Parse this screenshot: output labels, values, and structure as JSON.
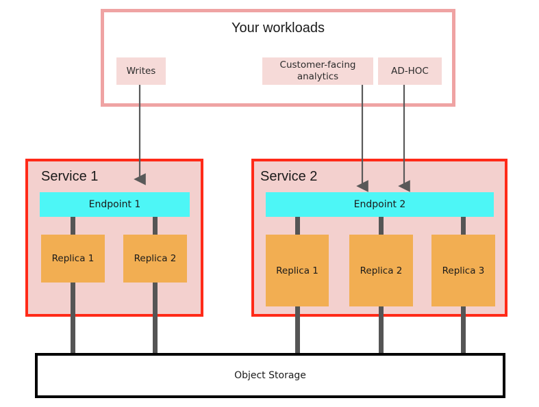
{
  "workloads": {
    "title": "Your workloads",
    "chips": [
      {
        "label": "Writes"
      },
      {
        "label": "Customer-facing analytics"
      },
      {
        "label": "AD-HOC"
      }
    ]
  },
  "services": [
    {
      "title": "Service 1",
      "endpoint": "Endpoint 1",
      "replicas": [
        {
          "label": "Replica 1"
        },
        {
          "label": "Replica 2"
        }
      ]
    },
    {
      "title": "Service 2",
      "endpoint": "Endpoint 2",
      "replicas": [
        {
          "label": "Replica 1"
        },
        {
          "label": "Replica 2"
        },
        {
          "label": "Replica 3"
        }
      ]
    }
  ],
  "storage": {
    "label": "Object Storage"
  },
  "colors": {
    "workloads_border": "#EFA3A3",
    "chip_fill": "#F6DAD8",
    "service_border": "#FF2A18",
    "service_fill": "#F3D0CE",
    "endpoint_fill": "#4DF6F6",
    "replica_fill": "#F2AE52",
    "connector": "#555555",
    "storage_border": "#000000",
    "arrow": "#595959"
  }
}
